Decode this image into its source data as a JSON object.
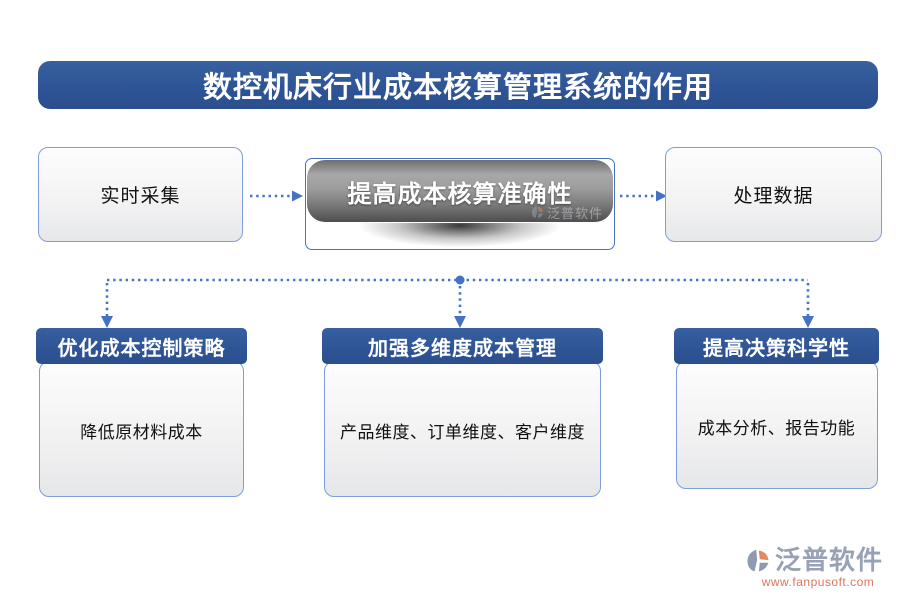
{
  "title": {
    "text": "数控机床行业成本核算管理系统的作用"
  },
  "flow": {
    "left_box": {
      "label": "实时采集"
    },
    "center_box": {
      "label": "提高成本核算准确性"
    },
    "right_box": {
      "label": "处理数据"
    }
  },
  "branches": [
    {
      "header": "优化成本控制策略",
      "body": "降低原材料成本"
    },
    {
      "header": "加强多维度成本管理",
      "body": "产品维度、订单维度、客户维度"
    },
    {
      "header": "提高决策科学性",
      "body": "成本分析、报告功能"
    }
  ],
  "watermark": {
    "text": "泛普软件"
  },
  "logo": {
    "name": "泛普软件",
    "url": "www.fanpusoft.com"
  },
  "colors": {
    "primary_blue": "#2e5496",
    "connector_blue": "#4472c4",
    "box_border_blue": "#7d9ede",
    "capsule_gray_light": "#a8a8a8",
    "capsule_gray_dark": "#4e4e4e",
    "logo_gray_blue": "#97a2b4",
    "logo_orange": "#e08a5e",
    "logo_url_color": "#dd7560"
  }
}
